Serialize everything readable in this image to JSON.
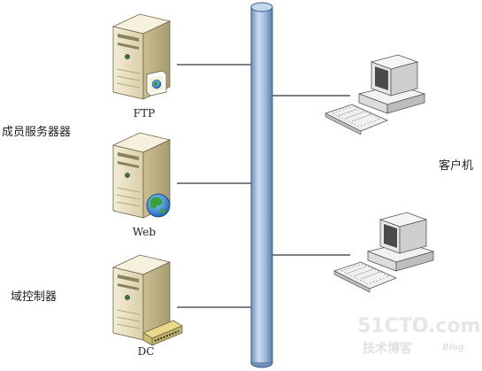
{
  "servers": [
    {
      "label": "FTP",
      "icon": "ftp-server-icon"
    },
    {
      "label": "Web",
      "icon": "web-server-icon"
    },
    {
      "label": "DC",
      "icon": "domain-controller-icon"
    }
  ],
  "groups": {
    "member_servers": "成员服务器器",
    "domain_controller": "域控制器",
    "clients": "客户机"
  },
  "clients": [
    {
      "icon": "client-workstation-icon"
    },
    {
      "icon": "client-workstation-icon"
    }
  ],
  "watermark": {
    "line1": "51CTO.com",
    "line2": "技术博客",
    "line3": "Blog"
  },
  "colors": {
    "backbone": "#a9c3e0",
    "backbone_edge": "#3c5f86",
    "server_body": "#e8dfbf",
    "line": "#000000"
  }
}
